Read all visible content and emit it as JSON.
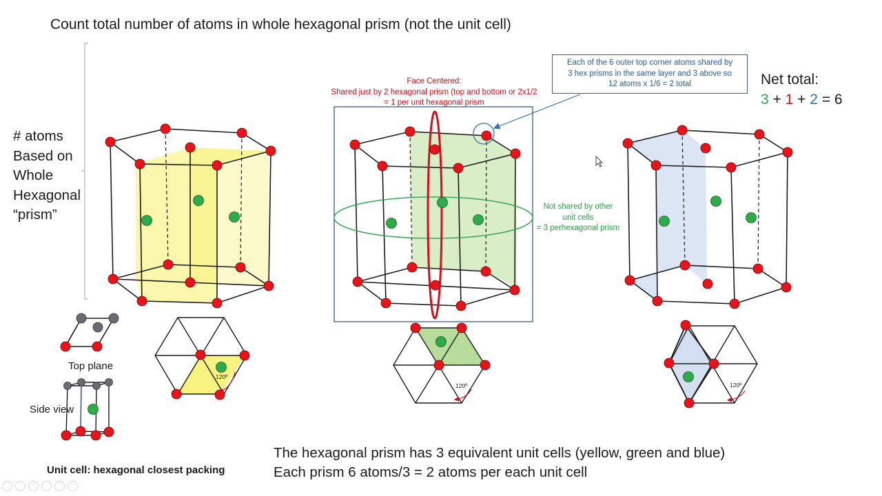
{
  "title": "Count total number of atoms in whole hexagonal prism (not the unit cell)",
  "left_label": [
    "# atoms",
    "Based on",
    "Whole",
    "Hexagonal",
    "“prism”"
  ],
  "net_total": {
    "title": "Net total:",
    "part_a": "3",
    "plus_1": " + ",
    "part_b": "1",
    "plus_2": " + ",
    "part_c": "2",
    "result": " = 6"
  },
  "callout": {
    "lines": [
      "Each of the 6  outer top corner atoms shared by",
      "3 hex prisms in the same layer and 3 above so",
      "12 atoms x 1/6 = 2 total"
    ]
  },
  "face_centered": {
    "lines": [
      "Face Centered:",
      "Shared just by 2 hexagonal prism (top and bottom or 2x1/2",
      "= 1 per unit hexagonal prism"
    ]
  },
  "not_shared": {
    "lines": [
      "Not shared by other",
      "unit cells",
      "= 3 perhexagonal prism"
    ]
  },
  "top_plane_label": "Top plane",
  "side_view_label": "Side view",
  "unit_cell_label": "Unit cell:  hexagonal closest packing",
  "angle_label": "120º",
  "bottom_text": [
    "The hexagonal prism has 3 equivalent unit cells (yellow, green and blue)",
    "Each prism 6 atoms/3 = 2 atoms per each unit cell"
  ],
  "colors": {
    "corner_atom": "#e8141c",
    "interior_atom": "#2eab4a",
    "gray_atom": "#6b6b73",
    "yellow_cell": "#f7f06a",
    "green_cell": "#bfe3a0",
    "blue_cell": "#cfdcef",
    "face_ellipse": "#d0101a",
    "middle_ellipse": "#3aa35a",
    "callout_border": "#3a5c85"
  },
  "toolbar_icons": [
    "back-icon",
    "forward-icon",
    "pen-icon",
    "copy-icon",
    "zoom-icon",
    "more-icon"
  ]
}
